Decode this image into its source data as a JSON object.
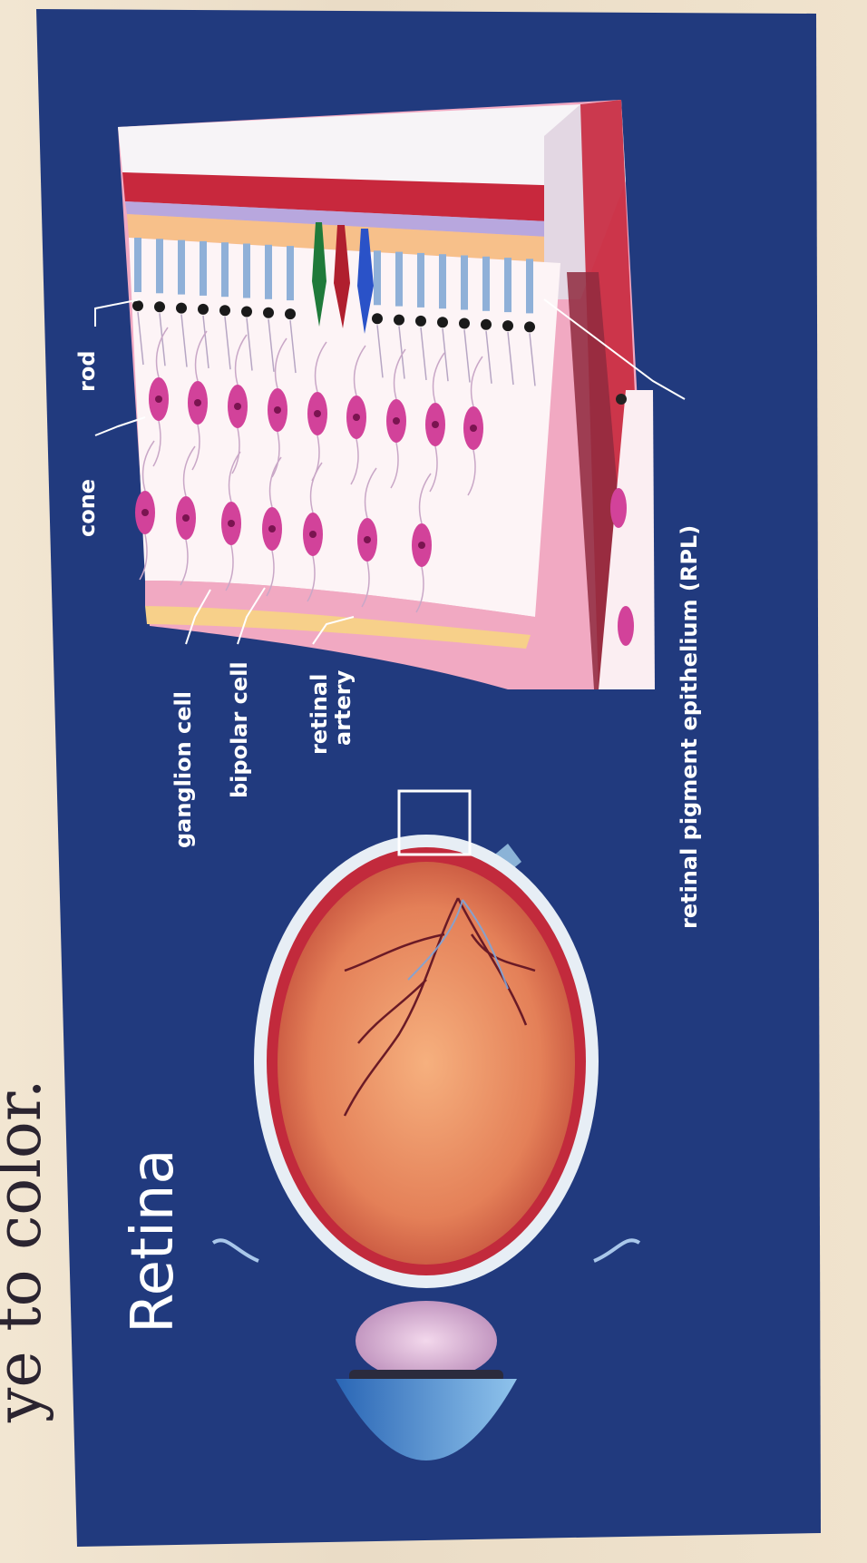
{
  "page_caption": "ye to color.",
  "diagram": {
    "title": "Retina",
    "labels": {
      "rod": "rod",
      "cone": "cone",
      "ganglion_cell": "ganglion cell",
      "bipolar_cell": "bipolar cell",
      "retinal_artery_line1": "retinal",
      "retinal_artery_line2": "artery",
      "rpe": "retinal pigment epithelium (RPL)"
    }
  },
  "colors": {
    "panel": "#213a7e",
    "label_text": "#ffffff",
    "tissue_pink": "#f1a9c2",
    "red_layer": "#c8283d",
    "cell_magenta": "#d2429a",
    "cone_green": "#1f7a3a",
    "cone_red": "#b01f2e",
    "cone_blue": "#2a52c8",
    "eye_orange": "#e88a5f",
    "cornea_blue": "#4a8fd0"
  }
}
